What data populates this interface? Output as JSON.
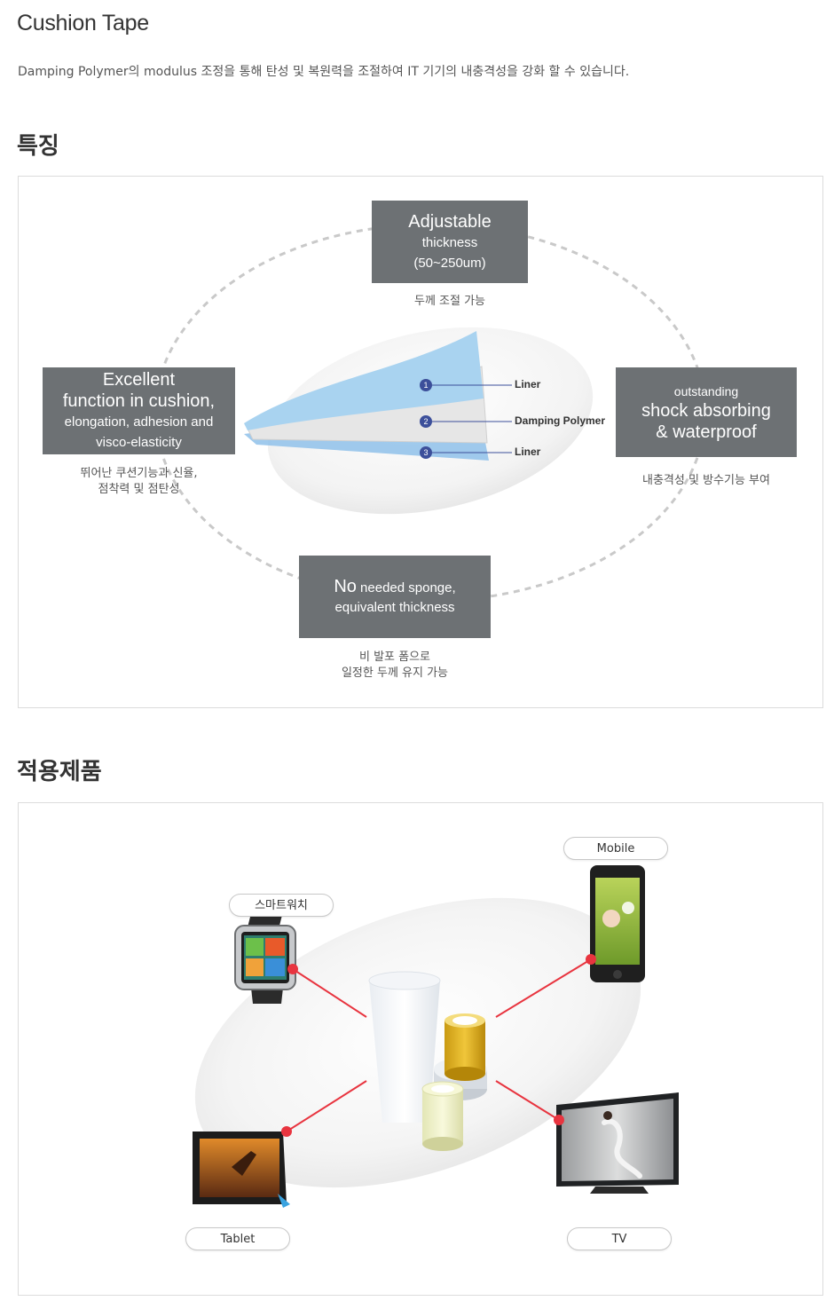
{
  "header": {
    "title": "Cushion Tape",
    "description": "Damping Polymer의 modulus 조정을 통해 탄성 및 복원력을 조절하여 IT 기기의 내충격성을 강화 할 수 있습니다."
  },
  "features": {
    "heading": "특징",
    "top": {
      "big": "Adjustable",
      "line2": "thickness",
      "line3": "(50~250um)",
      "caption": "두께 조절 가능"
    },
    "left": {
      "big1": "Excellent",
      "big2": "function in cushion,",
      "line3": "elongation, adhesion and",
      "line4": "visco-elasticity",
      "caption1": "뛰어난 쿠션기능과 신율,",
      "caption2": "점착력 및 점탄성"
    },
    "right": {
      "small": "outstanding",
      "big1": "shock absorbing",
      "big2": "& waterproof",
      "caption": "내충격성 및 방수기능 부여"
    },
    "bottom": {
      "no": "No",
      "rest1": " needed sponge,",
      "line2": "equivalent thickness",
      "caption1": "비 발포 폼으로",
      "caption2": "일정한 두께 유지 가능"
    },
    "layers": [
      {
        "num": "1",
        "label": "Liner"
      },
      {
        "num": "2",
        "label": "Damping Polymer"
      },
      {
        "num": "3",
        "label": "Liner"
      }
    ]
  },
  "applications": {
    "heading": "적용제품",
    "products": {
      "smartwatch": "스마트워치",
      "mobile": "Mobile",
      "tablet": "Tablet",
      "tv": "TV"
    }
  },
  "colors": {
    "box": "#6d7174",
    "accent_dot": "#e8343f",
    "layer_blue": "#a9d3f0",
    "badge": "#3c4f9a"
  }
}
